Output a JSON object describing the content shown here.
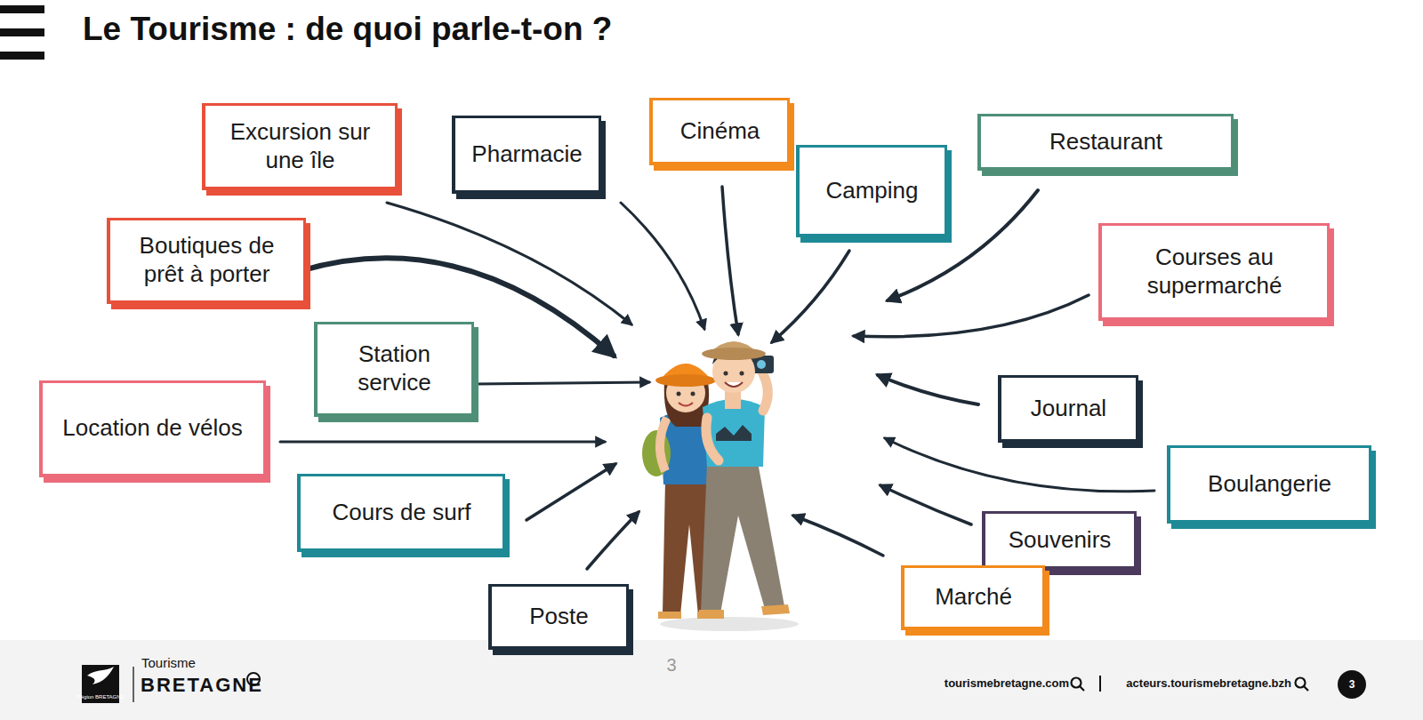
{
  "diagram": {
    "title": "Le Tourisme : de quoi parle-t-on ?",
    "nodes": [
      {
        "text": [
          "Cinéma"
        ]
      },
      {
        "text": [
          "Excursion sur une île"
        ]
      },
      {
        "text": [
          "Pharmacie"
        ]
      },
      {
        "text": [
          "Restaurant"
        ]
      },
      {
        "text": [
          "Camping"
        ]
      },
      {
        "text": [
          "Boutiques de prêt à porter"
        ]
      },
      {
        "text": [
          "Courses au supermarché"
        ]
      },
      {
        "text": [
          "Station service"
        ]
      },
      {
        "text": [
          "Journal"
        ]
      },
      {
        "text": [
          "Location de vélos"
        ]
      },
      {
        "text": [
          "Boulangerie"
        ]
      },
      {
        "text": [
          "Cours de surf"
        ]
      },
      {
        "text": [
          "Souvenirs"
        ]
      },
      {
        "text": [
          "Marché"
        ]
      },
      {
        "text": [
          "Poste"
        ]
      }
    ],
    "labels": [
      "3",
      "Région BRETAGNE",
      "Tourisme",
      "BRETAGNE",
      "tourismebretagne.com",
      "acteurs.tourismebretagne.bzh",
      "3"
    ]
  }
}
